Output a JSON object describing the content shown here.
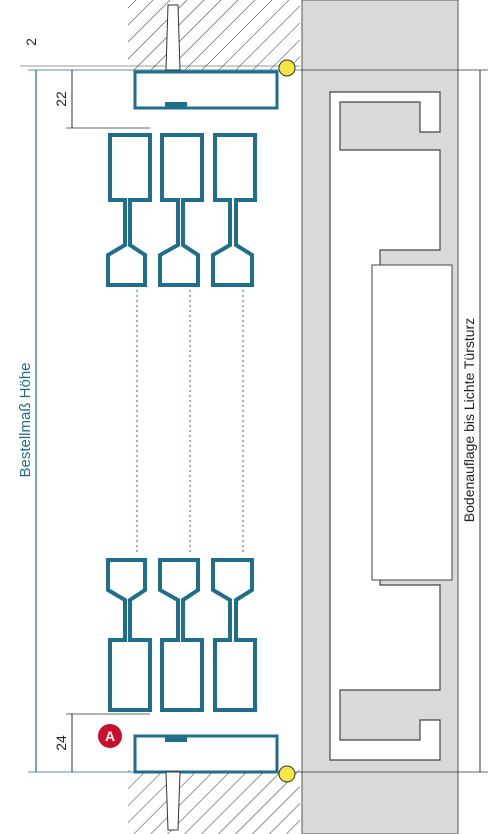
{
  "labels": {
    "dim_top_gap": "2",
    "dim_top_offset": "22",
    "dim_bottom_offset": "24",
    "order_height": "Bestellmaß Höhe",
    "floor_to_lintel": "Bodenauflage bis Lichte Türsturz",
    "marker_a": "A"
  },
  "colors": {
    "profile": "#1f6e8c",
    "wall_fill": "#d9d9d9",
    "frame_fill": "#ffffff",
    "hatch": "#333333",
    "marker_a": "#c8102e",
    "pivot": "#f5e642"
  }
}
